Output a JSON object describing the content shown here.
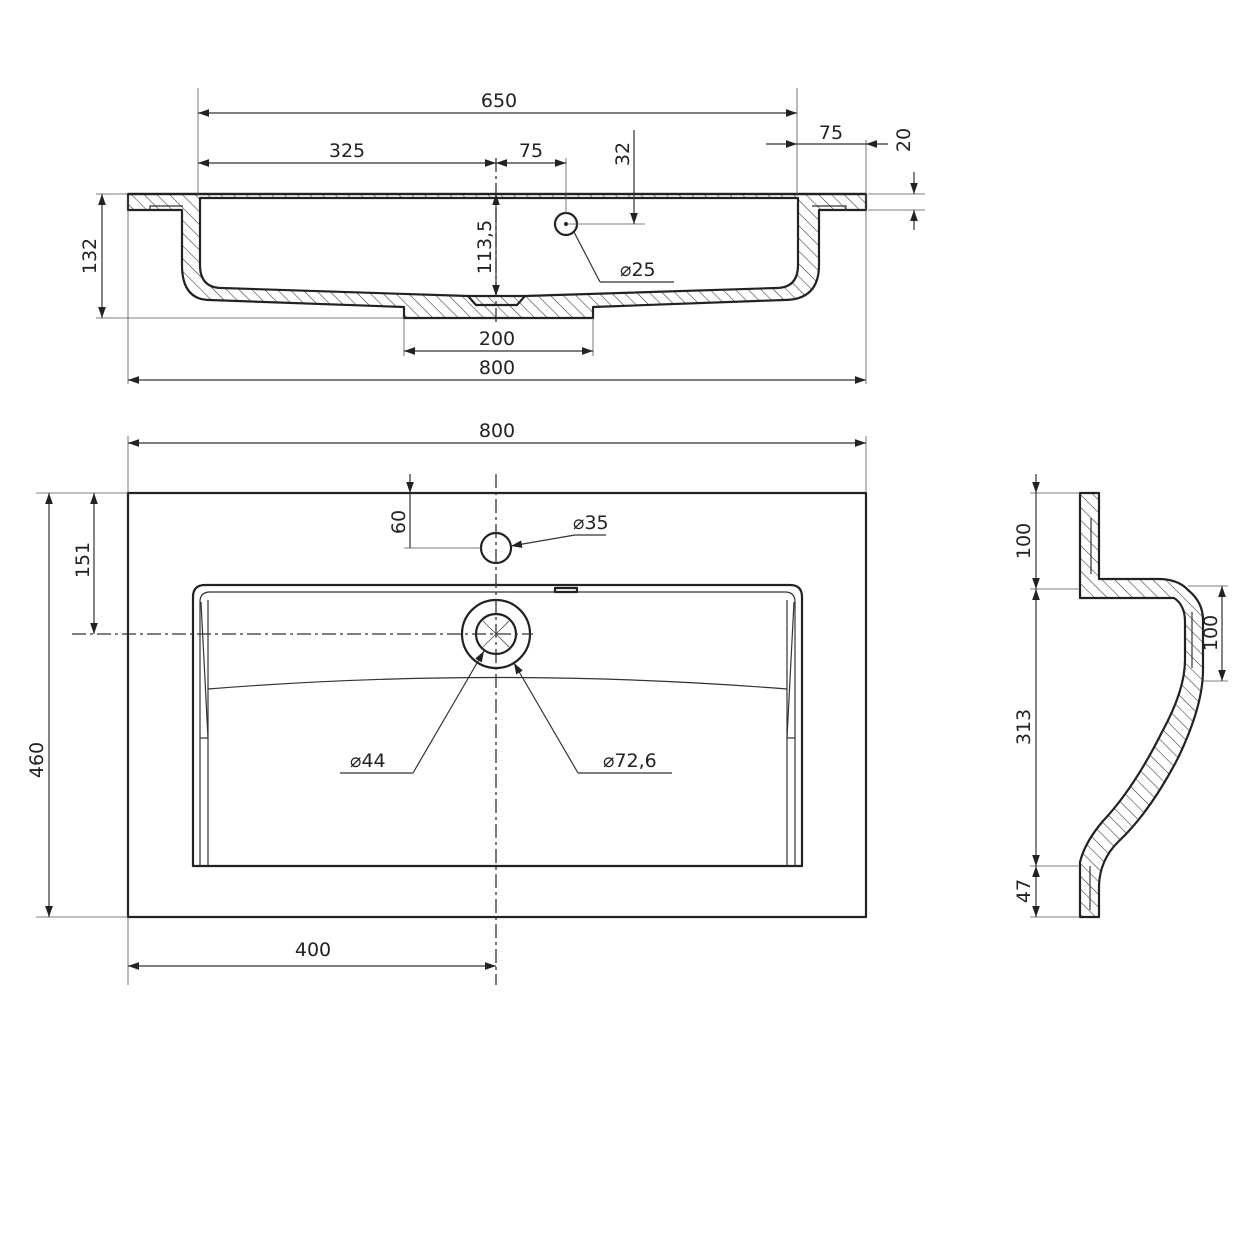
{
  "dimensions": {
    "front_view": {
      "overall_width": "800",
      "bowl_width": "650",
      "half_width": "325",
      "tap_offset": "75",
      "rim_overhang": "75",
      "rim_thickness": "20",
      "tap_hole_depth": "32",
      "height": "132",
      "drain_depth": "113,5",
      "tap_hole_diameter": "25",
      "base_width": "200"
    },
    "top_view": {
      "overall_width": "800",
      "overall_depth": "460",
      "drain_center_offset": "151",
      "tap_hole_offset": "60",
      "tap_hole_diameter": "35",
      "drain_inner_diameter": "44",
      "drain_outer_diameter": "72,6",
      "half_width": "400"
    },
    "side_profile": {
      "top_flange": "100",
      "drain_zone": "100",
      "profile_height": "313",
      "bottom_flange": "47"
    }
  },
  "symbols": {
    "diameter": "⌀"
  }
}
